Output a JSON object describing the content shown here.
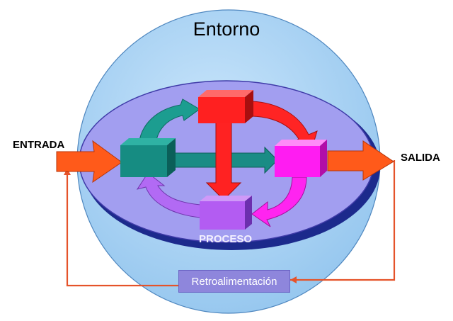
{
  "diagram": {
    "title": "Entorno",
    "input_label": "ENTRADA",
    "output_label": "SALIDA",
    "process_label": "PROCESO",
    "feedback_label": "Retroalimentación"
  },
  "colors": {
    "outer_sphere": "#a9d3f4",
    "process_disc": "#a29ef0",
    "disc_shadow": "#1c2a8c",
    "input_arrow": "#ff5a1a",
    "teal_block": "#1a8a82",
    "red_block": "#ff2020",
    "magenta_block": "#ff1cf2",
    "violet_block": "#b35cf2",
    "feedback_line": "#e5532a"
  },
  "icons": [
    "arrow-right-icon",
    "cycle-arrow-icon"
  ]
}
